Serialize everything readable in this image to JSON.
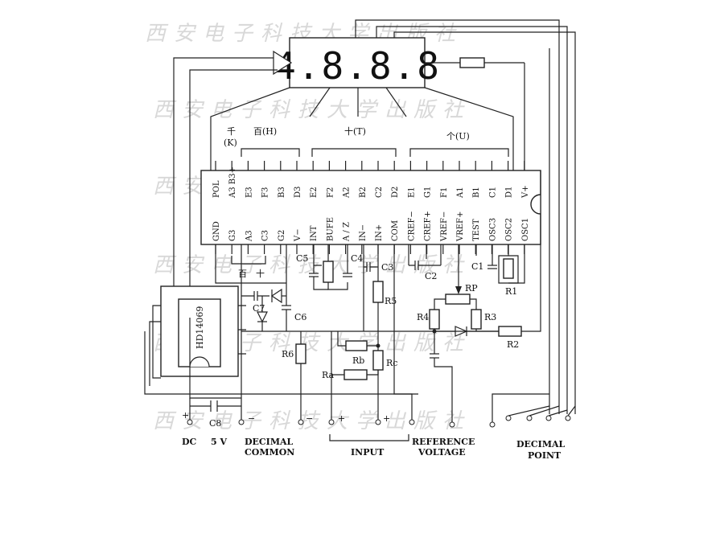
{
  "watermark": "西安电子科技大学出版社",
  "display": {
    "digits": "4.8.8.8"
  },
  "chip": {
    "top_pins": [
      "POL",
      "A3 B3+",
      "E3",
      "F3",
      "B3",
      "D3",
      "E2",
      "F2",
      "A2",
      "B2",
      "C2",
      "D2",
      "E1",
      "G1",
      "F1",
      "A1",
      "B1",
      "C1",
      "D1",
      "V+"
    ],
    "bottom_pins": [
      "GND",
      "G3",
      "A3",
      "C3",
      "G2",
      "V−",
      "INT",
      "BUFE",
      "A / Z",
      "IN−",
      "IN+",
      "COM",
      "CREF−",
      "CREF+",
      "VREF−",
      "VREF+",
      "TEST",
      "OSC3",
      "OSC2",
      "OSC1"
    ]
  },
  "groups": {
    "thousands": "千",
    "thousands_sub": "(K)",
    "hundreds": "百(H)",
    "tens": "十(T)",
    "units": "个(U)",
    "bottom_hundreds": "百",
    "bottom_tens": "十"
  },
  "ic2": {
    "name": "HD14069"
  },
  "components": {
    "C1": "C1",
    "C2": "C2",
    "C3": "C3",
    "C4": "C4",
    "C5": "C5",
    "C6": "C6",
    "C7": "C7",
    "C8": "C8",
    "R1": "R1",
    "R2": "R2",
    "R3": "R3",
    "R4": "R4",
    "R5": "R5",
    "R6": "R6",
    "Ra": "Ra",
    "Rb": "Rb",
    "Rc": "Rc",
    "RP": "RP"
  },
  "terminals": {
    "dc": "DC",
    "v5": "5 V",
    "decimal_common": [
      "DECIMAL",
      "COMMON"
    ],
    "input": "INPUT",
    "reference_voltage": [
      "REFERENCE",
      "VOLTAGE"
    ],
    "decimal_point": [
      "DECIMAL",
      "POINT"
    ],
    "plus": "+",
    "minus": "−"
  }
}
